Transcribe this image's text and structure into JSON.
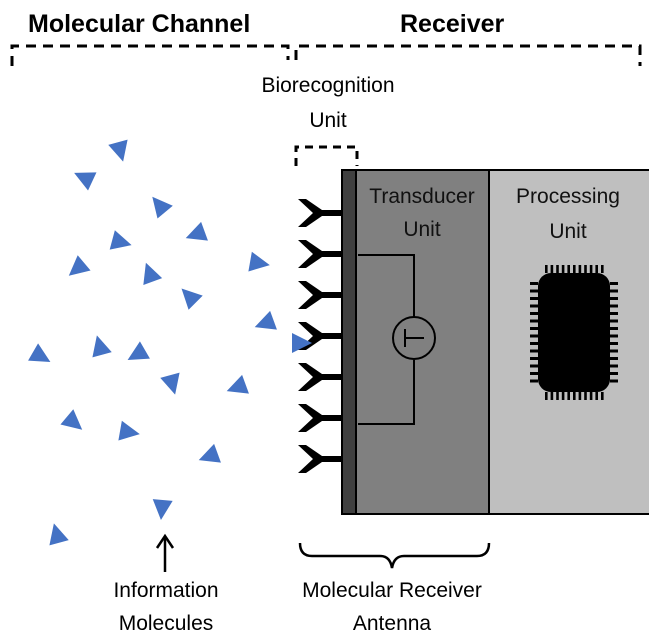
{
  "titles": {
    "molecular_channel": "Molecular Channel",
    "receiver": "Receiver"
  },
  "biorecognition": {
    "line1": "Biorecognition",
    "line2": "Unit"
  },
  "transducer": {
    "line1": "Transducer",
    "line2": "Unit"
  },
  "processing": {
    "line1": "Processing",
    "line2": "Unit"
  },
  "information_molecules": {
    "line1": "Information",
    "line2": "Molecules"
  },
  "antenna": {
    "line1": "Molecular Receiver",
    "line2": "Antenna"
  },
  "colors": {
    "molecule": "#4472C4",
    "transducer_fill": "#808080",
    "processing_fill": "#BFBFBF",
    "membrane_fill": "#404040",
    "receptor": "#000000"
  },
  "icons": {
    "chip": "microchip-icon",
    "transducer_symbol": "transistor-symbol-icon",
    "receptor": "receptor-y-icon",
    "molecule": "triangle-molecule-icon"
  }
}
